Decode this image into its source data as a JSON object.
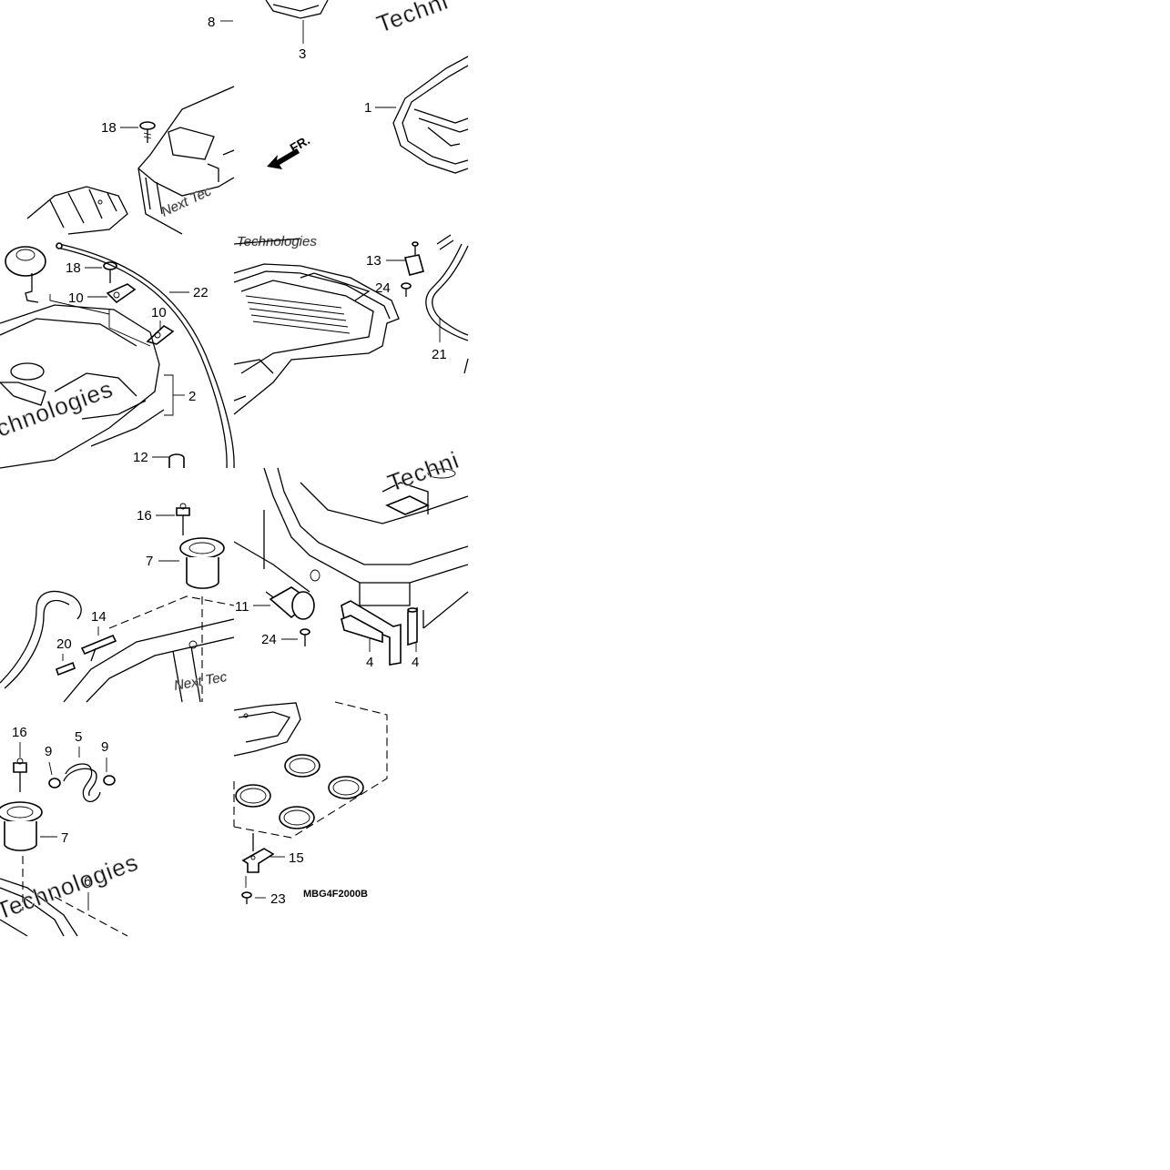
{
  "diagram": {
    "part_code": "MBG4F2000B",
    "front_arrow_label": "FR.",
    "watermark_lines": [
      "Techni",
      "Next Tec",
      "chnologies",
      "Technologies",
      "Techni"
    ],
    "callouts": [
      {
        "id": "c8",
        "label": "8"
      },
      {
        "id": "c3",
        "label": "3"
      },
      {
        "id": "c1",
        "label": "1"
      },
      {
        "id": "c18a",
        "label": "18"
      },
      {
        "id": "c18b",
        "label": "18"
      },
      {
        "id": "c10a",
        "label": "10"
      },
      {
        "id": "c10b",
        "label": "10"
      },
      {
        "id": "c22",
        "label": "22"
      },
      {
        "id": "c2",
        "label": "2"
      },
      {
        "id": "c12",
        "label": "12"
      },
      {
        "id": "c13",
        "label": "13"
      },
      {
        "id": "c24a",
        "label": "24"
      },
      {
        "id": "c21",
        "label": "21"
      },
      {
        "id": "c16a",
        "label": "16"
      },
      {
        "id": "c7a",
        "label": "7"
      },
      {
        "id": "c14",
        "label": "14"
      },
      {
        "id": "c20",
        "label": "20"
      },
      {
        "id": "c11",
        "label": "11"
      },
      {
        "id": "c24b",
        "label": "24"
      },
      {
        "id": "c4a",
        "label": "4"
      },
      {
        "id": "c4b",
        "label": "4"
      },
      {
        "id": "c16b",
        "label": "16"
      },
      {
        "id": "c5",
        "label": "5"
      },
      {
        "id": "c9a",
        "label": "9"
      },
      {
        "id": "c9b",
        "label": "9"
      },
      {
        "id": "c7b",
        "label": "7"
      },
      {
        "id": "c6",
        "label": "6"
      },
      {
        "id": "c15",
        "label": "15"
      },
      {
        "id": "c23",
        "label": "23"
      }
    ]
  }
}
